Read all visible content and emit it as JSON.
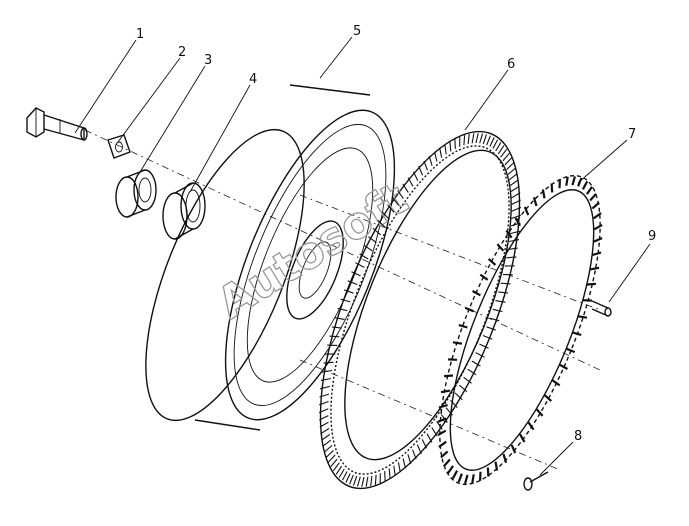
{
  "watermark": "Autosoft",
  "callouts": [
    {
      "id": "1",
      "label": "1"
    },
    {
      "id": "2",
      "label": "2"
    },
    {
      "id": "3",
      "label": "3"
    },
    {
      "id": "4",
      "label": "4"
    },
    {
      "id": "5",
      "label": "5"
    },
    {
      "id": "6",
      "label": "6"
    },
    {
      "id": "7",
      "label": "7"
    },
    {
      "id": "8",
      "label": "8"
    },
    {
      "id": "9",
      "label": "9"
    }
  ]
}
